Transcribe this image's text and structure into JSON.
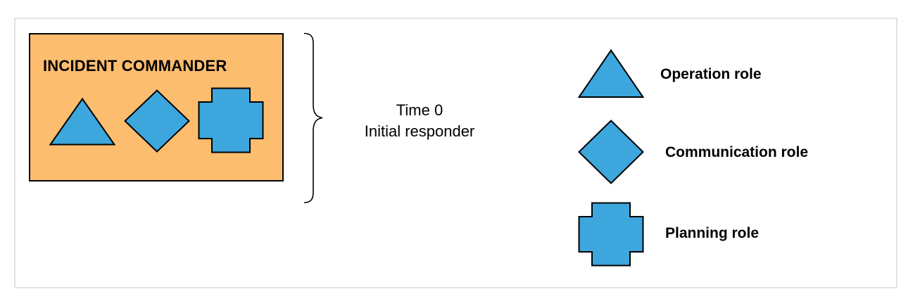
{
  "commander_box": {
    "title": "INCIDENT COMMANDER",
    "fill_color": "#fdbd6f",
    "role_icons": [
      "triangle-icon",
      "diamond-icon",
      "cross-icon"
    ]
  },
  "timeline": {
    "time_label": "Time 0",
    "stage_label": "Initial responder"
  },
  "legend": {
    "items": [
      {
        "icon": "triangle-icon",
        "label": "Operation role"
      },
      {
        "icon": "diamond-icon",
        "label": "Communication role"
      },
      {
        "icon": "cross-icon",
        "label": "Planning role"
      }
    ]
  },
  "colors": {
    "shape_fill": "#3ca6dd",
    "shape_stroke": "#000000",
    "frame_border": "#e2e2e2"
  }
}
